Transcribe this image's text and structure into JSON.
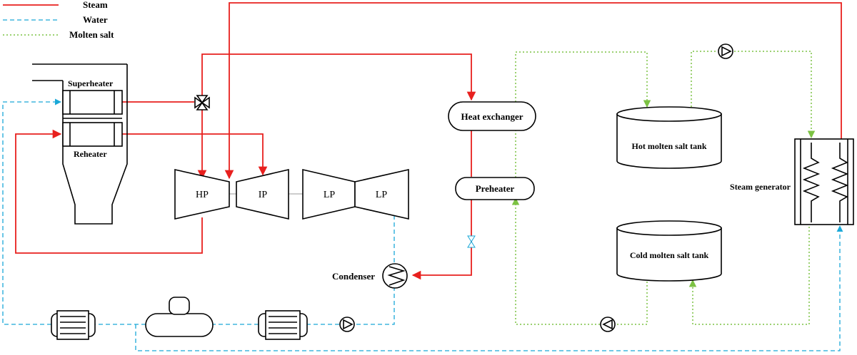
{
  "legend": [
    {
      "label": "Steam",
      "color": "#e8201e",
      "style": "solid"
    },
    {
      "label": "Water",
      "color": "#1aa8d8",
      "style": "dashed"
    },
    {
      "label": "Molten salt",
      "color": "#7cc243",
      "style": "dotted"
    }
  ],
  "components": {
    "superheater": "Superheater",
    "reheater": "Reheater",
    "hp_turbine": "HP",
    "ip_turbine": "IP",
    "lp_turbine_1": "LP",
    "lp_turbine_2": "LP",
    "heat_exchanger": "Heat  exchanger",
    "preheater": "Preheater",
    "condenser": "Condenser",
    "hot_tank": "Hot molten salt tank",
    "cold_tank": "Cold molten salt tank",
    "steam_generator": "Steam generator"
  }
}
